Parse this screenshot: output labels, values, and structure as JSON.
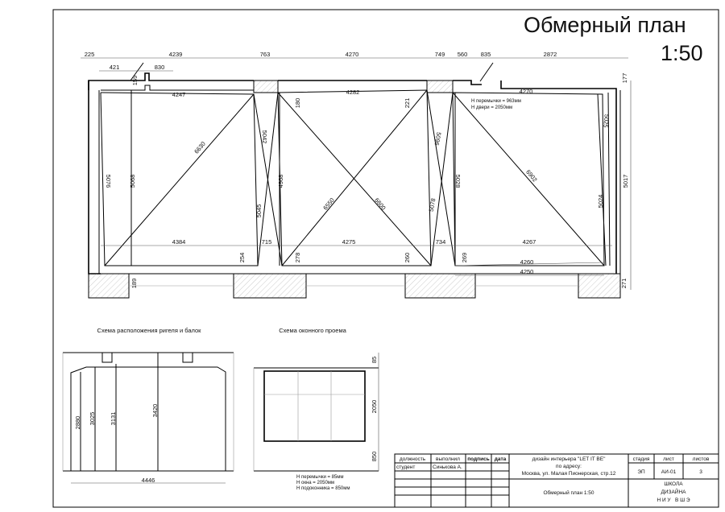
{
  "header": {
    "title": "Обмерный план",
    "scale": "1:50"
  },
  "plan": {
    "top_dims": [
      "225",
      "4239",
      "763",
      "4270",
      "749",
      "560",
      "835",
      "2872"
    ],
    "second_dims": [
      "421",
      "830",
      "159"
    ],
    "inner_top_dims": [
      "4247",
      "4282",
      "4270",
      "180",
      "221",
      "177"
    ],
    "note": [
      "Н перемычки = 963мм",
      "Н двери = 2050мм"
    ],
    "room_dims": [
      "5076",
      "5068",
      "6630",
      "5042",
      "4968",
      "5045",
      "6550",
      "6600",
      "5078",
      "5096",
      "5028",
      "6902",
      "5024",
      "5025",
      "5017"
    ],
    "bottom_dims": [
      "4384",
      "715",
      "4275",
      "734",
      "4267",
      "254",
      "278",
      "260",
      "269",
      "4260",
      "4250",
      "189",
      "271"
    ]
  },
  "beam_scheme": {
    "title": "Схема расположения ригеля и балок",
    "dims": [
      "2880",
      "3025",
      "3131",
      "3420",
      "4446"
    ]
  },
  "window_scheme": {
    "title": "Схема оконного проема",
    "dims": [
      "85",
      "2050",
      "850"
    ],
    "notes": [
      "Н перемычки = 85мм",
      "Н окна = 2050мм",
      "Н подоконника = 850мм"
    ]
  },
  "title_block": {
    "headers": [
      "должность",
      "выполнил",
      "подпись",
      "дата"
    ],
    "position": "студент",
    "author": "Синькова А.",
    "project": [
      "дизайн интерьера \"LET IT BE\"",
      "по адресу:",
      "Москва, ул. Малая Пионерская, стр.12"
    ],
    "sheet_title": "Обмерный план 1:50",
    "stage_header": "стадия",
    "sheet_header": "лист",
    "sheets_header": "листов",
    "stage": "ЭП",
    "sheet": "АИ-01",
    "sheets": "3",
    "school": [
      "ШКОЛА",
      "ДИЗАЙНА",
      "Н И У   В Ш Э"
    ]
  }
}
